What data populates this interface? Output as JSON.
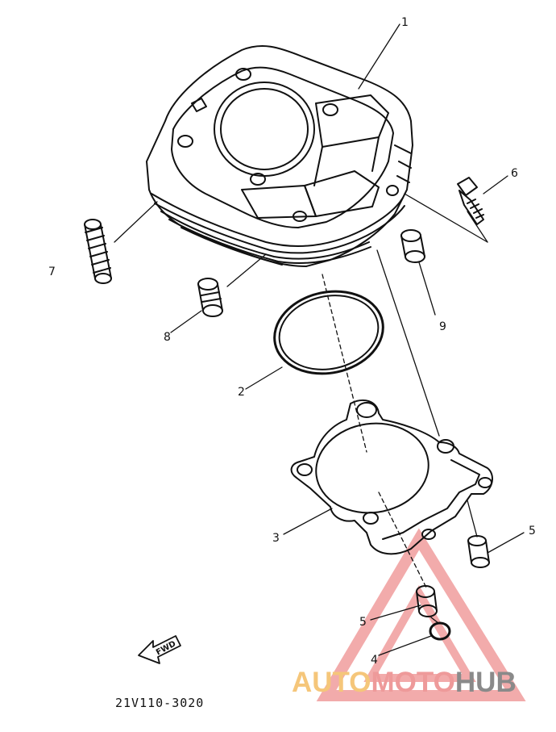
{
  "callouts": {
    "c1": "1",
    "c2": "2",
    "c3": "3",
    "c4": "4",
    "c5a": "5",
    "c5b": "5",
    "c6": "6",
    "c7": "7",
    "c8": "8",
    "c9": "9"
  },
  "fwd_label": "FWD",
  "drawing_code": "21V110-3020",
  "watermark": {
    "part1": "AUTO",
    "part2": "MOTO",
    "part3": "HUB",
    "colors": {
      "auto": "#f5c67a",
      "moto": "#ee9a9a",
      "hub": "#8a8a8a",
      "triangle": "#ee8f8f"
    }
  }
}
